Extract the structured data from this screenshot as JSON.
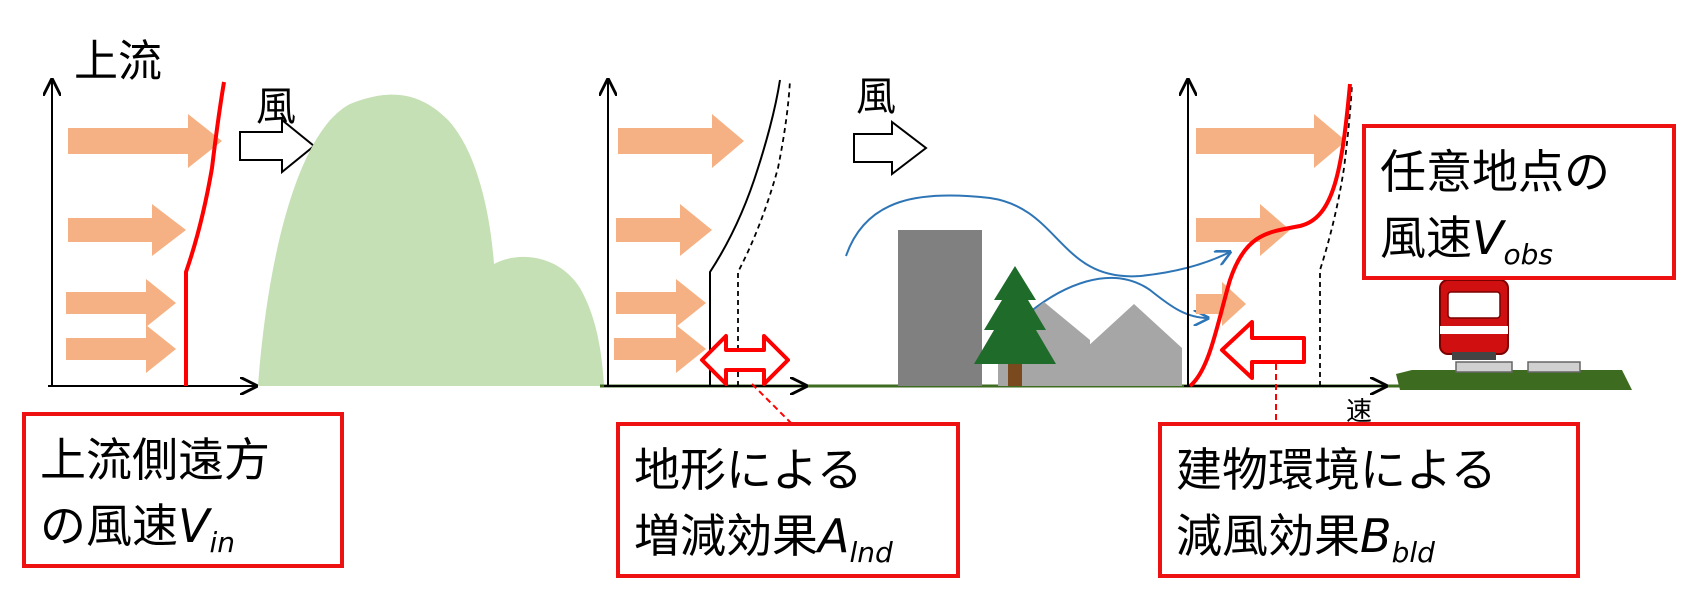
{
  "labels": {
    "upstream": "上流",
    "wind_1": "風",
    "wind_2": "風",
    "speed_axis": "速"
  },
  "boxes": {
    "upstream_wind": {
      "line1": "上流側遠方",
      "line2_prefix": "の風速",
      "symbol": "V",
      "subscript": "in"
    },
    "terrain_effect": {
      "line1": "地形による",
      "line2_prefix": "増減効果",
      "symbol": "A",
      "subscript": "lnd"
    },
    "building_effect": {
      "line1": "建物環境による",
      "line2_prefix": "減風効果",
      "symbol": "B",
      "subscript": "bld"
    },
    "observed_wind": {
      "line1": "任意地点の",
      "line2_prefix": "風速",
      "symbol": "V",
      "subscript": "obs"
    }
  },
  "colors": {
    "profile_red": "#ff0000",
    "box_border": "#ee1111",
    "flow_arrow": "#f5b183",
    "hill": "#c5e0b4",
    "ground": "#3d6b1f",
    "building": "#808080",
    "house": "#a6a6a6",
    "streamline": "#2e75b6",
    "tree": "#1e6b2a"
  }
}
